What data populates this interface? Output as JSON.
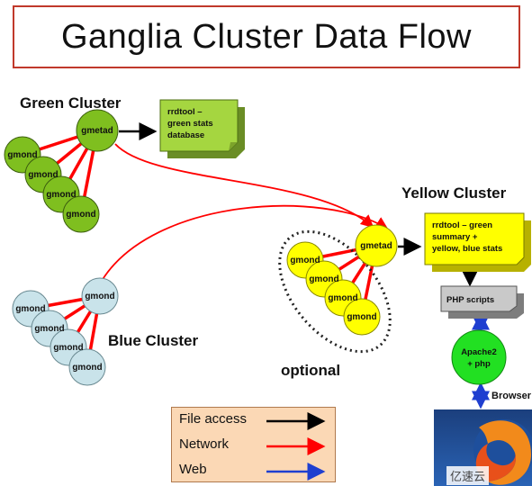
{
  "title": "Ganglia Cluster Data Flow",
  "clusters": {
    "green": "Green Cluster",
    "blue": "Blue Cluster",
    "yellow": "Yellow Cluster"
  },
  "nodes": {
    "gmetad": "gmetad",
    "gmond": "gmond"
  },
  "boxes": {
    "green_rrd": [
      "rrdtool –",
      "green stats",
      "database"
    ],
    "yellow_rrd": [
      "rrdtool – green",
      "summary +",
      "yellow, blue stats"
    ],
    "php": "PHP scripts",
    "apache": [
      "Apache2",
      "+ php"
    ]
  },
  "optional": "optional",
  "browser": "Browser",
  "legend": [
    {
      "label": "File access",
      "color": "#000000"
    },
    {
      "label": "Network",
      "color": "#ff0000"
    },
    {
      "label": "Web",
      "color": "#1f3fd0"
    }
  ],
  "watermark": "亿速云",
  "colors": {
    "green": "#7fbf1f",
    "blue": "#c9e3ea",
    "yellow": "#ffff00",
    "apache": "#22e022",
    "box_green": "#a5d640",
    "box_gray": "#c9c9c9",
    "red": "#ff0000"
  }
}
